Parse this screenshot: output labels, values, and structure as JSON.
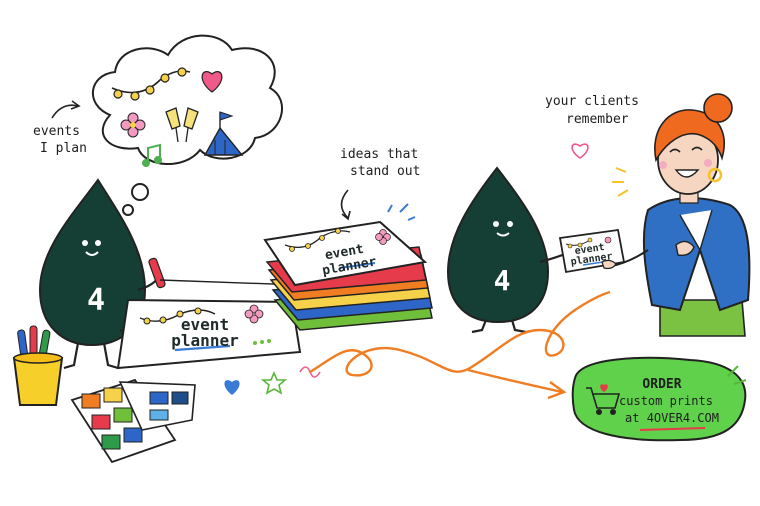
{
  "annotations": {
    "events_line1": "events",
    "events_line2": "I plan",
    "ideas_line1": "ideas that",
    "ideas_line2": "stand out",
    "clients_line1": "your clients",
    "clients_line2": "remember"
  },
  "card": {
    "line1": "event",
    "line2": "planner"
  },
  "mascot": {
    "number": "4"
  },
  "cta": {
    "line1": "ORDER",
    "line2": "custom prints",
    "line3": "at 4OVER4.COM"
  },
  "colors": {
    "mascot": "#153f35",
    "cta_green": "#5fd14a",
    "accent_orange": "#f07d22",
    "jacket_blue": "#2f6fc4",
    "hair_orange": "#ef6a1f"
  }
}
